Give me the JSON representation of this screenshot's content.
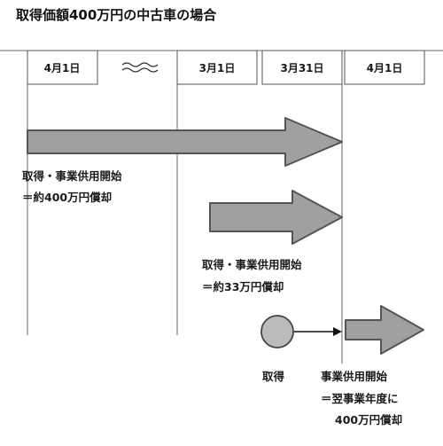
{
  "title": "取得価額400万円の中古車の場合",
  "date_boxes": [
    "4月1日",
    "3月1日",
    "3月31日",
    "4月1日"
  ],
  "phase_1": {
    "line1": "取得・事業供用開始",
    "line2": "＝約400万円償却"
  },
  "phase_2": {
    "line1": "取得・事業供用開始",
    "line2": "＝約33万円償却"
  },
  "phase_3": {
    "acquire_label": "取得",
    "line1": "事業供用開始",
    "line2": "＝翌事業年度に",
    "line3": "400万円償却"
  },
  "colors": {
    "arrow_fill": "#a0a0a0",
    "arrow_stroke": "#555555",
    "box_fill": "#ffffff",
    "box_stroke": "#555555",
    "circle_fill": "#bbbbbb"
  }
}
